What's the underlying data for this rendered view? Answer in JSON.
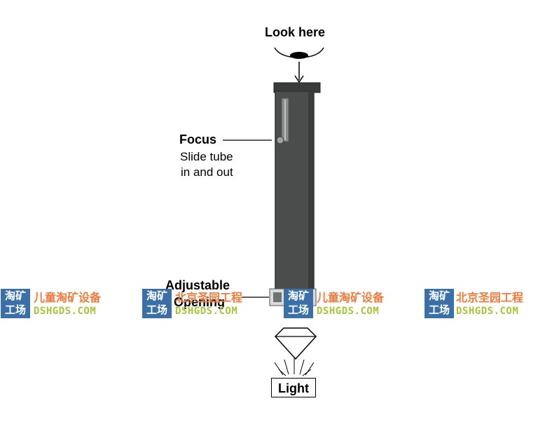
{
  "labels": {
    "look_here": "Look here",
    "focus": "Focus",
    "focus_desc_1": "Slide tube",
    "focus_desc_2": "in and out",
    "adjustable_1": "Adjustable",
    "adjustable_2": "Opening",
    "light": "Light"
  },
  "watermarks": [
    {
      "logo_1": "淘矿",
      "logo_2": "工场",
      "title": "儿童淘矿设备",
      "url": "DSHGDS.COM"
    },
    {
      "logo_1": "淘矿",
      "logo_2": "工场",
      "title": "北京圣园工程",
      "url": "DSHGDS.COM"
    },
    {
      "logo_1": "淘矿",
      "logo_2": "工场",
      "title": "儿童淘矿设备",
      "url": "DSHGDS.COM"
    },
    {
      "logo_1": "淘矿",
      "logo_2": "工场",
      "title": "北京圣园工程",
      "url": "DSHGDS.COM"
    }
  ],
  "colors": {
    "tube": "#4a4d4c",
    "tube_dark": "#2e302f",
    "watermark_blue": "#3a6fa8",
    "watermark_orange": "#f07b3a",
    "watermark_green": "#a5c63b"
  }
}
